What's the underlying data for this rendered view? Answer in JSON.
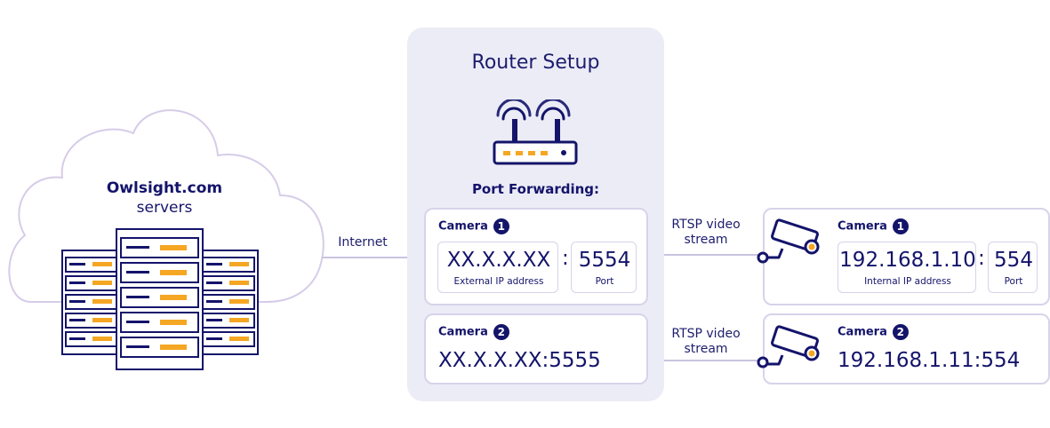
{
  "cloud": {
    "title": "Owlsight.com",
    "subtitle": "servers"
  },
  "edges": {
    "internet": "Internet",
    "rtsp1_line1": "RTSP video",
    "rtsp1_line2": "stream",
    "rtsp2_line1": "RTSP video",
    "rtsp2_line2": "stream"
  },
  "router": {
    "title": "Router Setup",
    "port_forwarding_label": "Port Forwarding:",
    "camera1": {
      "label": "Camera",
      "number": "1",
      "ip": "XX.X.X.XX",
      "ip_caption": "External IP address",
      "separator": ":",
      "port": "5554",
      "port_caption": "Port"
    },
    "camera2": {
      "label": "Camera",
      "number": "2",
      "address": "XX.X.X.XX:5555"
    }
  },
  "cameras": {
    "camera1": {
      "label": "Camera",
      "number": "1",
      "ip": "192.168.1.10",
      "ip_caption": "Internal IP address",
      "separator": ":",
      "port": "554",
      "port_caption": "Port"
    },
    "camera2": {
      "label": "Camera",
      "number": "2",
      "address": "192.168.1.11:554"
    }
  },
  "colors": {
    "navy": "#14146b",
    "lavender": "#ececf7",
    "border": "#d7d3ea",
    "cloud_stroke": "#d6cce8",
    "server_gold": "#f5a623"
  },
  "icons": [
    "cloud-icon",
    "server-rack-icon",
    "router-icon",
    "security-camera-icon"
  ]
}
